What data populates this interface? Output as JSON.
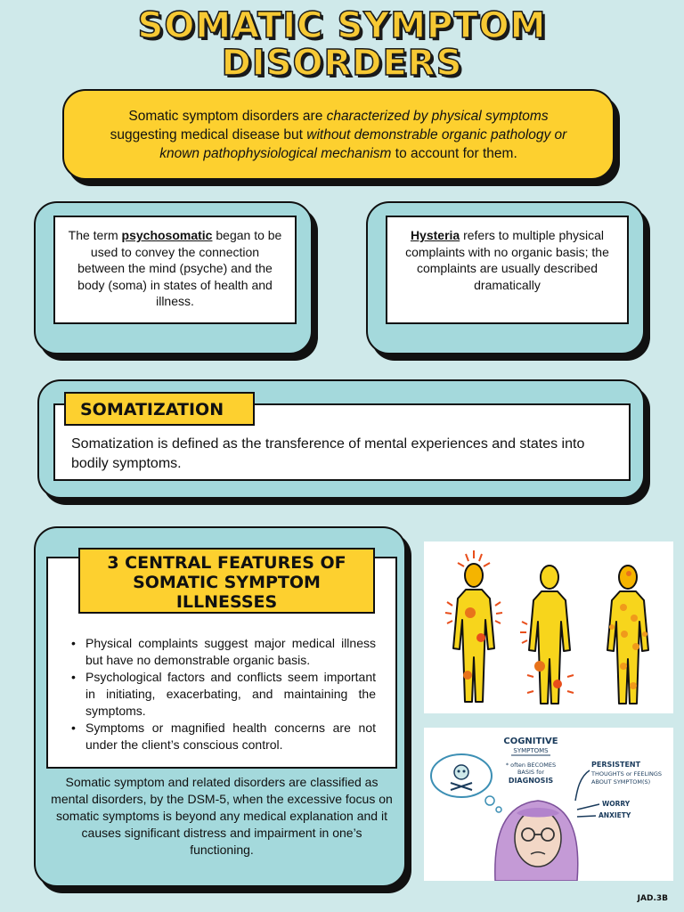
{
  "title": {
    "line1": "SOMATIC SYMPTOM",
    "line2": "DISORDERS"
  },
  "intro": {
    "t1": "Somatic symptom disorders are ",
    "t2": "characterized by physical symptoms",
    "t3": " suggesting medical disease but ",
    "t4": "without demonstrable organic pathology or known pathophysiological mechanism",
    "t5": " to account for them."
  },
  "psychosomatic": {
    "t1": "The term ",
    "term": "psychosomatic",
    "t2": " began to be used to convey the connection between the mind (psyche) and the body (soma) in states of health and illness."
  },
  "hysteria": {
    "term": "Hysteria",
    "t1": " refers to multiple physical complaints with no organic basis; the complaints are usually described dramatically"
  },
  "somatization": {
    "label": "SOMATIZATION",
    "text": "Somatization is defined as the transference of mental experiences and states into bodily symptoms."
  },
  "central": {
    "label": "3 CENTRAL FEATURES OF SOMATIC SYMPTOM ILLNESSES",
    "items": [
      "Physical complaints suggest major medical illness but have no  demonstrable organic basis.",
      "Psychological factors and conflicts seem important in initiating, exacerbating, and maintaining the symptoms.",
      "Symptoms or magnified health concerns are not under the client’s conscious control."
    ],
    "footer": "Somatic symptom and related disorders are classified as mental disorders, by the DSM-5, when the excessive focus on somatic symptoms is beyond any medical explanation and it causes significant distress and impairment in one’s functioning."
  },
  "illustration": {
    "heading1": "COGNITIVE",
    "heading2": "SYMPTOMS",
    "note1": "* often BECOMES",
    "note2": "BASIS for",
    "note3": "DIAGNOSIS",
    "persistent1": "PERSISTENT",
    "persistent2": "THOUGHTS or FEELINGS",
    "persistent3": "ABOUT SYMPTOM(S)",
    "worry": "WORRY",
    "anxiety": "ANXIETY"
  },
  "credit": "JAD.3B",
  "colors": {
    "background": "#cfe9ea",
    "yellow": "#fdd02f",
    "teal": "#a4d9dc"
  }
}
